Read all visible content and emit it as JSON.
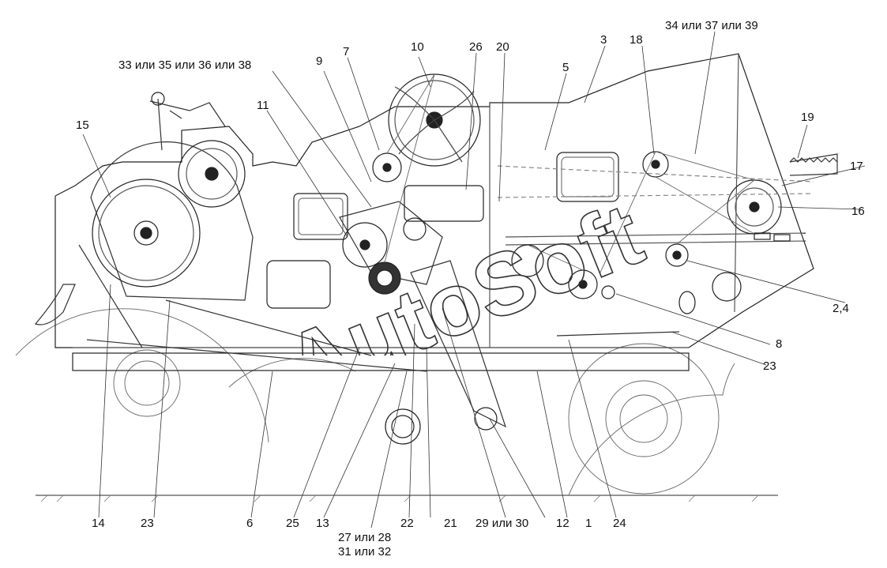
{
  "callouts": {
    "c34_37_39": "34 или 37 или 39",
    "c18": "18",
    "c3": "3",
    "c5": "5",
    "c20": "20",
    "c26": "26",
    "c10": "10",
    "c7": "7",
    "c9": "9",
    "c33_35_36_38": "33 или 35 или 36 или 38",
    "c11": "11",
    "c15": "15",
    "c19": "19",
    "c17": "17",
    "c16": "16",
    "c2_4": "2,4",
    "c8": "8",
    "c23_right": "23",
    "c14": "14",
    "c23_bottom": "23",
    "c6": "6",
    "c25": "25",
    "c13": "13",
    "c27_28": "27 или 28",
    "c31_32": "31 или 32",
    "c22": "22",
    "c21": "21",
    "c29_30": "29 или 30",
    "c12": "12",
    "c1": "1",
    "c24": "24"
  },
  "watermark_text": "AutoSoft"
}
